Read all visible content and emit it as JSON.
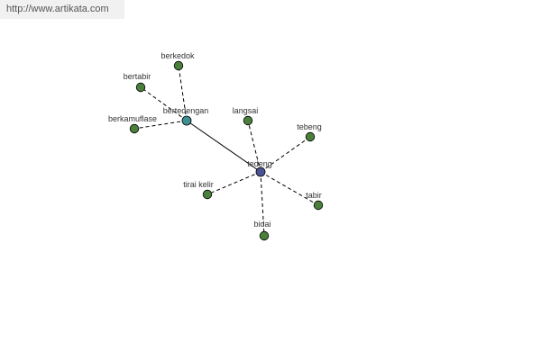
{
  "header": {
    "link_text": "http://www.artikata.com"
  },
  "colors": {
    "center_node": "#4b5394",
    "hub_node": "#3f9090",
    "leaf_node": "#4a7f3c"
  },
  "graph": {
    "nodes": [
      {
        "id": "tedeng",
        "label": "tedeng",
        "role": "center"
      },
      {
        "id": "bertedengan",
        "label": "bertedengan",
        "role": "hub"
      },
      {
        "id": "berkedok",
        "label": "berkedok",
        "role": "leaf"
      },
      {
        "id": "bertabir",
        "label": "bertabir",
        "role": "leaf"
      },
      {
        "id": "berkamuflase",
        "label": "berkamuflase",
        "role": "leaf"
      },
      {
        "id": "langsai",
        "label": "langsai",
        "role": "leaf"
      },
      {
        "id": "tebeng",
        "label": "tebeng",
        "role": "leaf"
      },
      {
        "id": "tirai-kelir",
        "label": "tirai kelir",
        "role": "leaf"
      },
      {
        "id": "tabir",
        "label": "tabir",
        "role": "leaf"
      },
      {
        "id": "bidai",
        "label": "bidai",
        "role": "leaf"
      }
    ],
    "edges": [
      {
        "from": "tedeng",
        "to": "bertedengan",
        "style": "solid"
      },
      {
        "from": "bertedengan",
        "to": "berkedok",
        "style": "dashed"
      },
      {
        "from": "bertedengan",
        "to": "bertabir",
        "style": "dashed"
      },
      {
        "from": "bertedengan",
        "to": "berkamuflase",
        "style": "dashed"
      },
      {
        "from": "tedeng",
        "to": "langsai",
        "style": "dashed"
      },
      {
        "from": "tedeng",
        "to": "tebeng",
        "style": "dashed"
      },
      {
        "from": "tedeng",
        "to": "tirai-kelir",
        "style": "dashed"
      },
      {
        "from": "tedeng",
        "to": "tabir",
        "style": "dashed"
      },
      {
        "from": "tedeng",
        "to": "bidai",
        "style": "dashed"
      }
    ]
  }
}
